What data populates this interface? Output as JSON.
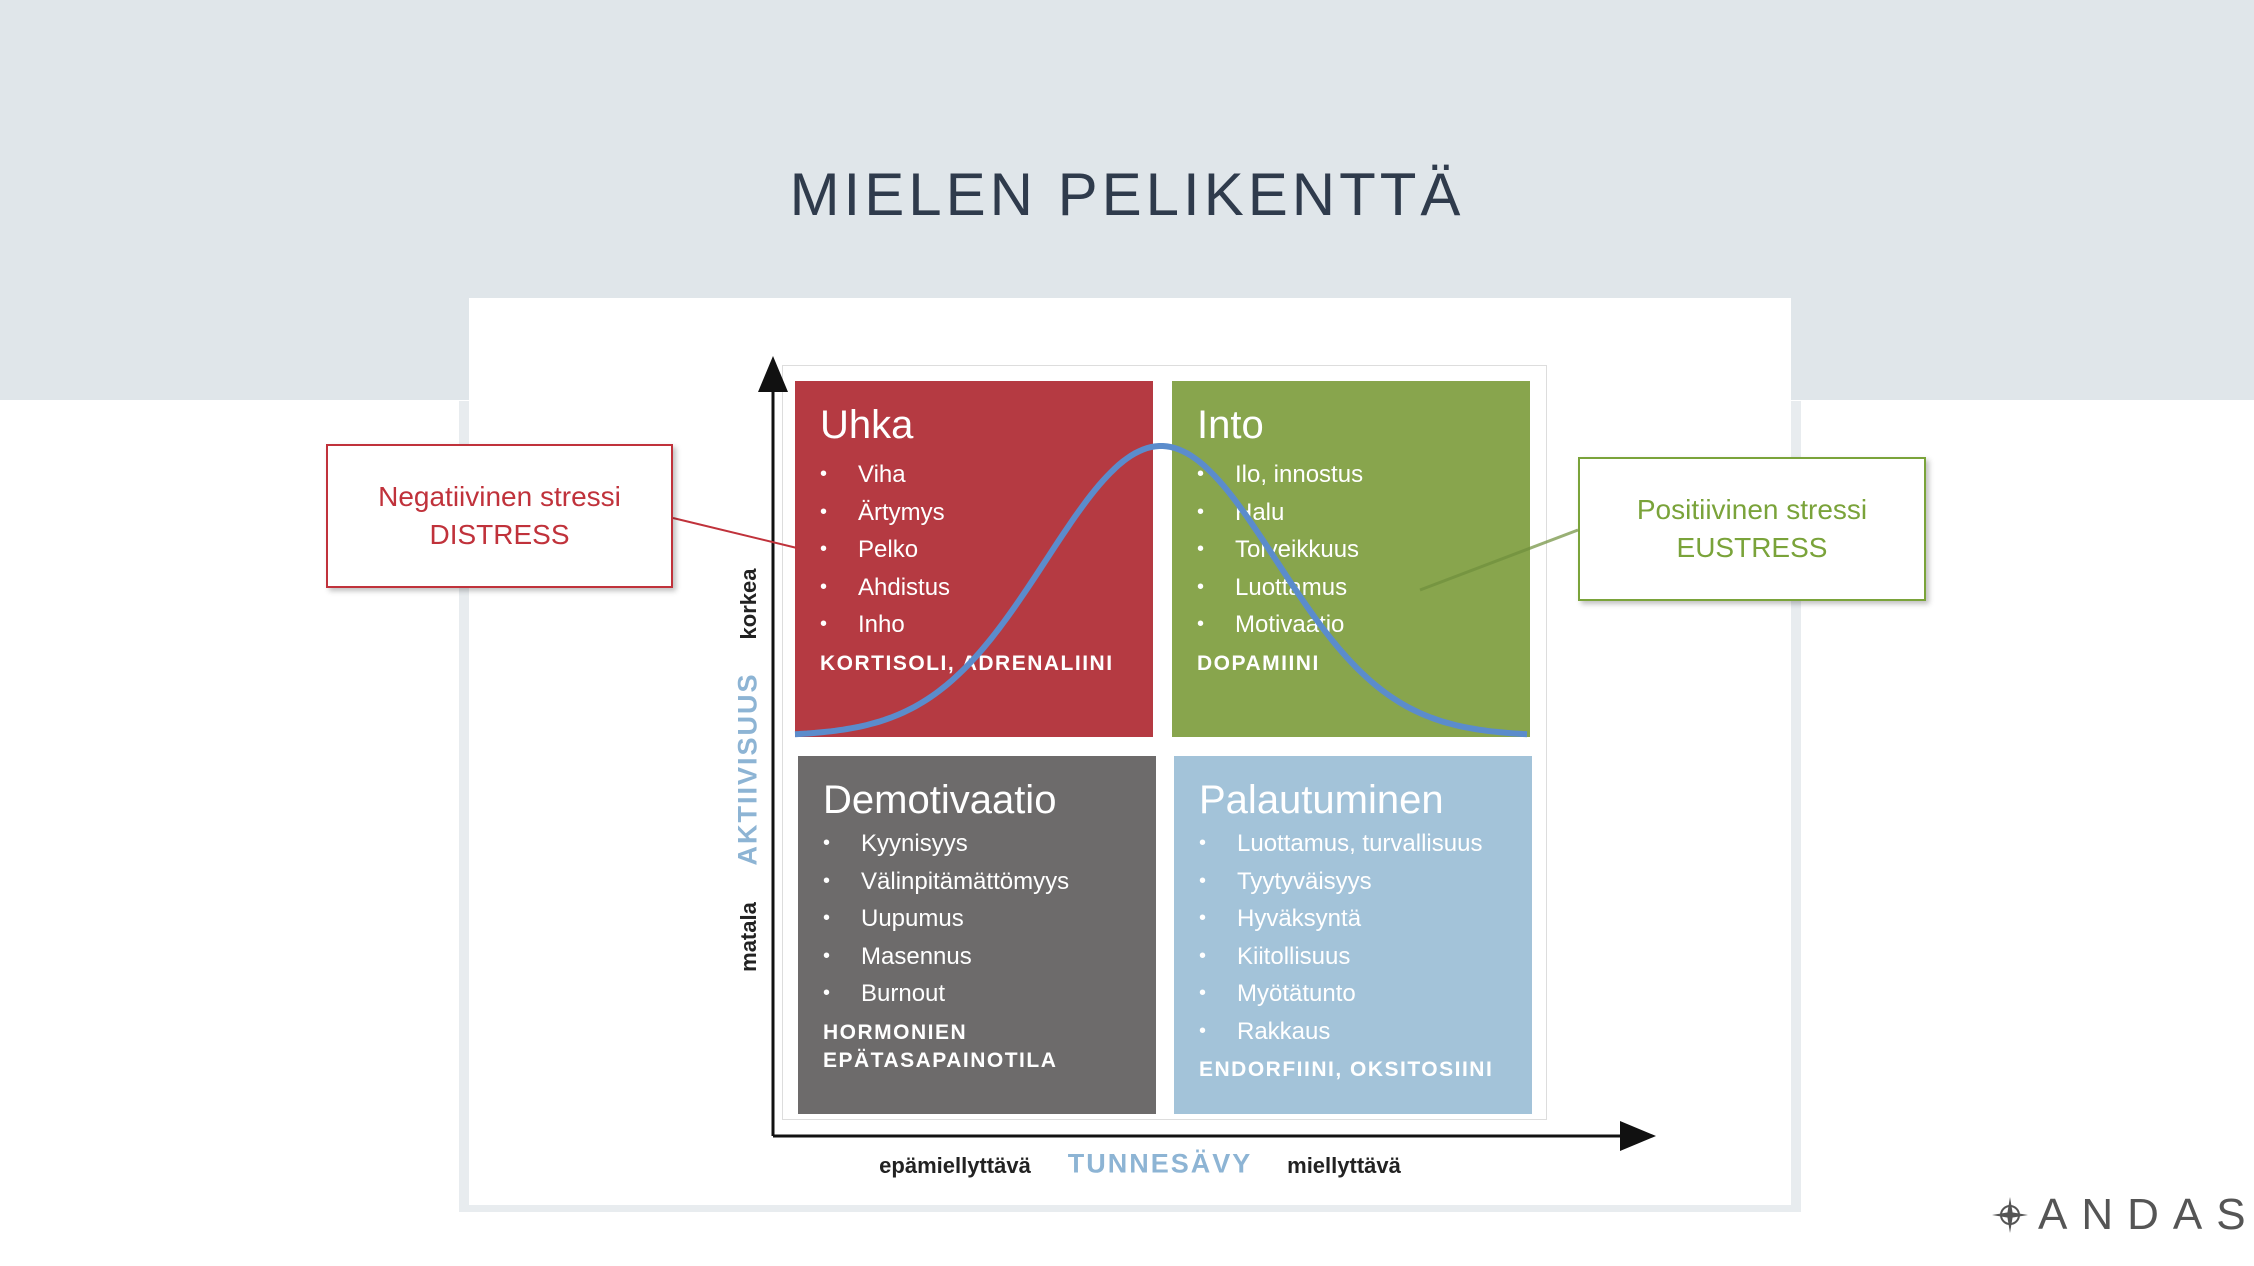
{
  "title": "MIELEN PELIKENTTÄ",
  "quadrants": [
    {
      "title": "Uhka",
      "items": [
        "Viha",
        "Ärtymys",
        "Pelko",
        "Ahdistus",
        "Inho"
      ],
      "hormones": "KORTISOLI, ADRENALIINI",
      "color": "#b53a42"
    },
    {
      "title": "Into",
      "items": [
        "Ilo, innostus",
        "Halu",
        "Toiveikkuus",
        "Luottamus",
        "Motivaatio"
      ],
      "hormones": "DOPAMIINI",
      "color": "#88a54d"
    },
    {
      "title": "Demotivaatio",
      "items": [
        "Kyynisyys",
        "Välinpitämättömyys",
        "Uupumus",
        "Masennus",
        "Burnout"
      ],
      "hormones": "HORMONIEN EPÄTASAPAINOTILA",
      "color": "#6d6b6b"
    },
    {
      "title": "Palautuminen",
      "items": [
        "Luottamus, turvallisuus",
        "Tyytyväisyys",
        "Hyväksyntä",
        "Kiitollisuus",
        "Myötätunto",
        "Rakkaus"
      ],
      "hormones": "ENDORFIINI, OKSITOSIINI",
      "color": "#a3c3d9"
    }
  ],
  "callouts": {
    "negative": {
      "line1": "Negatiivinen stressi",
      "line2": "DISTRESS",
      "color": "#c0323b"
    },
    "positive": {
      "line1": "Positiivinen stressi",
      "line2": "EUSTRESS",
      "color": "#7aa33a"
    }
  },
  "axes": {
    "y_high": "korkea",
    "y_name": "AKTIIVISUUS",
    "y_low": "matala",
    "x_low": "epämiellyttävä",
    "x_name": "TUNNESÄVY",
    "x_high": "miellyttävä"
  },
  "logo": "ANDAS"
}
